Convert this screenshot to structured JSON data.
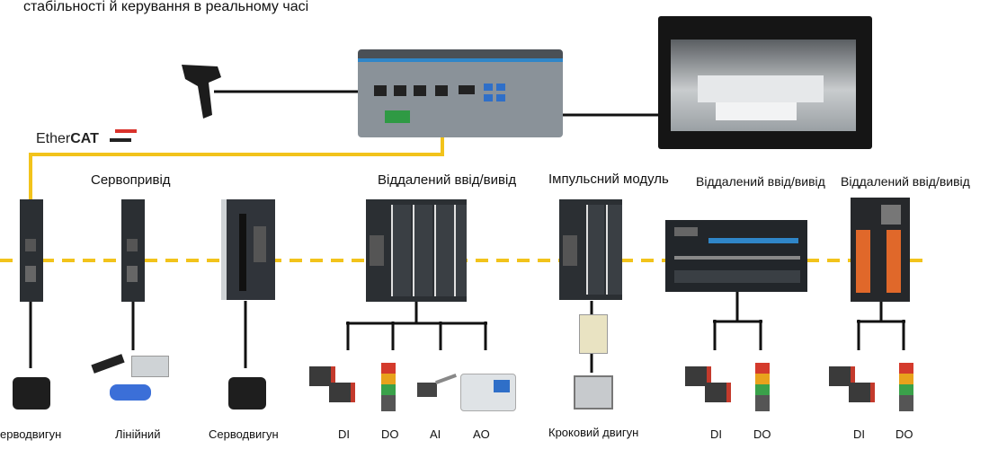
{
  "title_line": "стабільності й керування в реальному часі",
  "ethercat": {
    "ether": "Ether",
    "cat": "CAT"
  },
  "headers": {
    "servo_drive": "Сервопривід",
    "remote_io_1": "Віддалений ввід/вивід",
    "pulse_module": "Імпульсний модуль",
    "remote_io_2": "Віддалений ввід/вивід",
    "remote_io_3": "Віддалений ввід/вивід"
  },
  "labels": {
    "servo_motor_1": "ерводвигун",
    "linear": "Лінійний",
    "servo_motor_2": "Серводвигун",
    "di_1": "DI",
    "do_1": "DO",
    "ai": "AI",
    "ao": "AO",
    "stepper": "Кроковий двигун",
    "di_2": "DI",
    "do_2": "DO",
    "di_3": "DI",
    "do_3": "DO"
  },
  "colors": {
    "ethercat_line": "#f2c31b",
    "device_dark": "#2b2f33",
    "cable": "#111111",
    "ethercat_red": "#d9322b"
  },
  "icons": [
    "barcode-scanner-icon",
    "industrial-pc-icon",
    "touch-monitor-icon",
    "servo-drive-icon",
    "remote-io-icon",
    "pulse-module-icon",
    "servo-motor-icon",
    "linear-motor-icon",
    "sensor-icon",
    "signal-tower-icon",
    "stepper-motor-icon",
    "analog-sensor-icon",
    "analog-display-icon"
  ]
}
